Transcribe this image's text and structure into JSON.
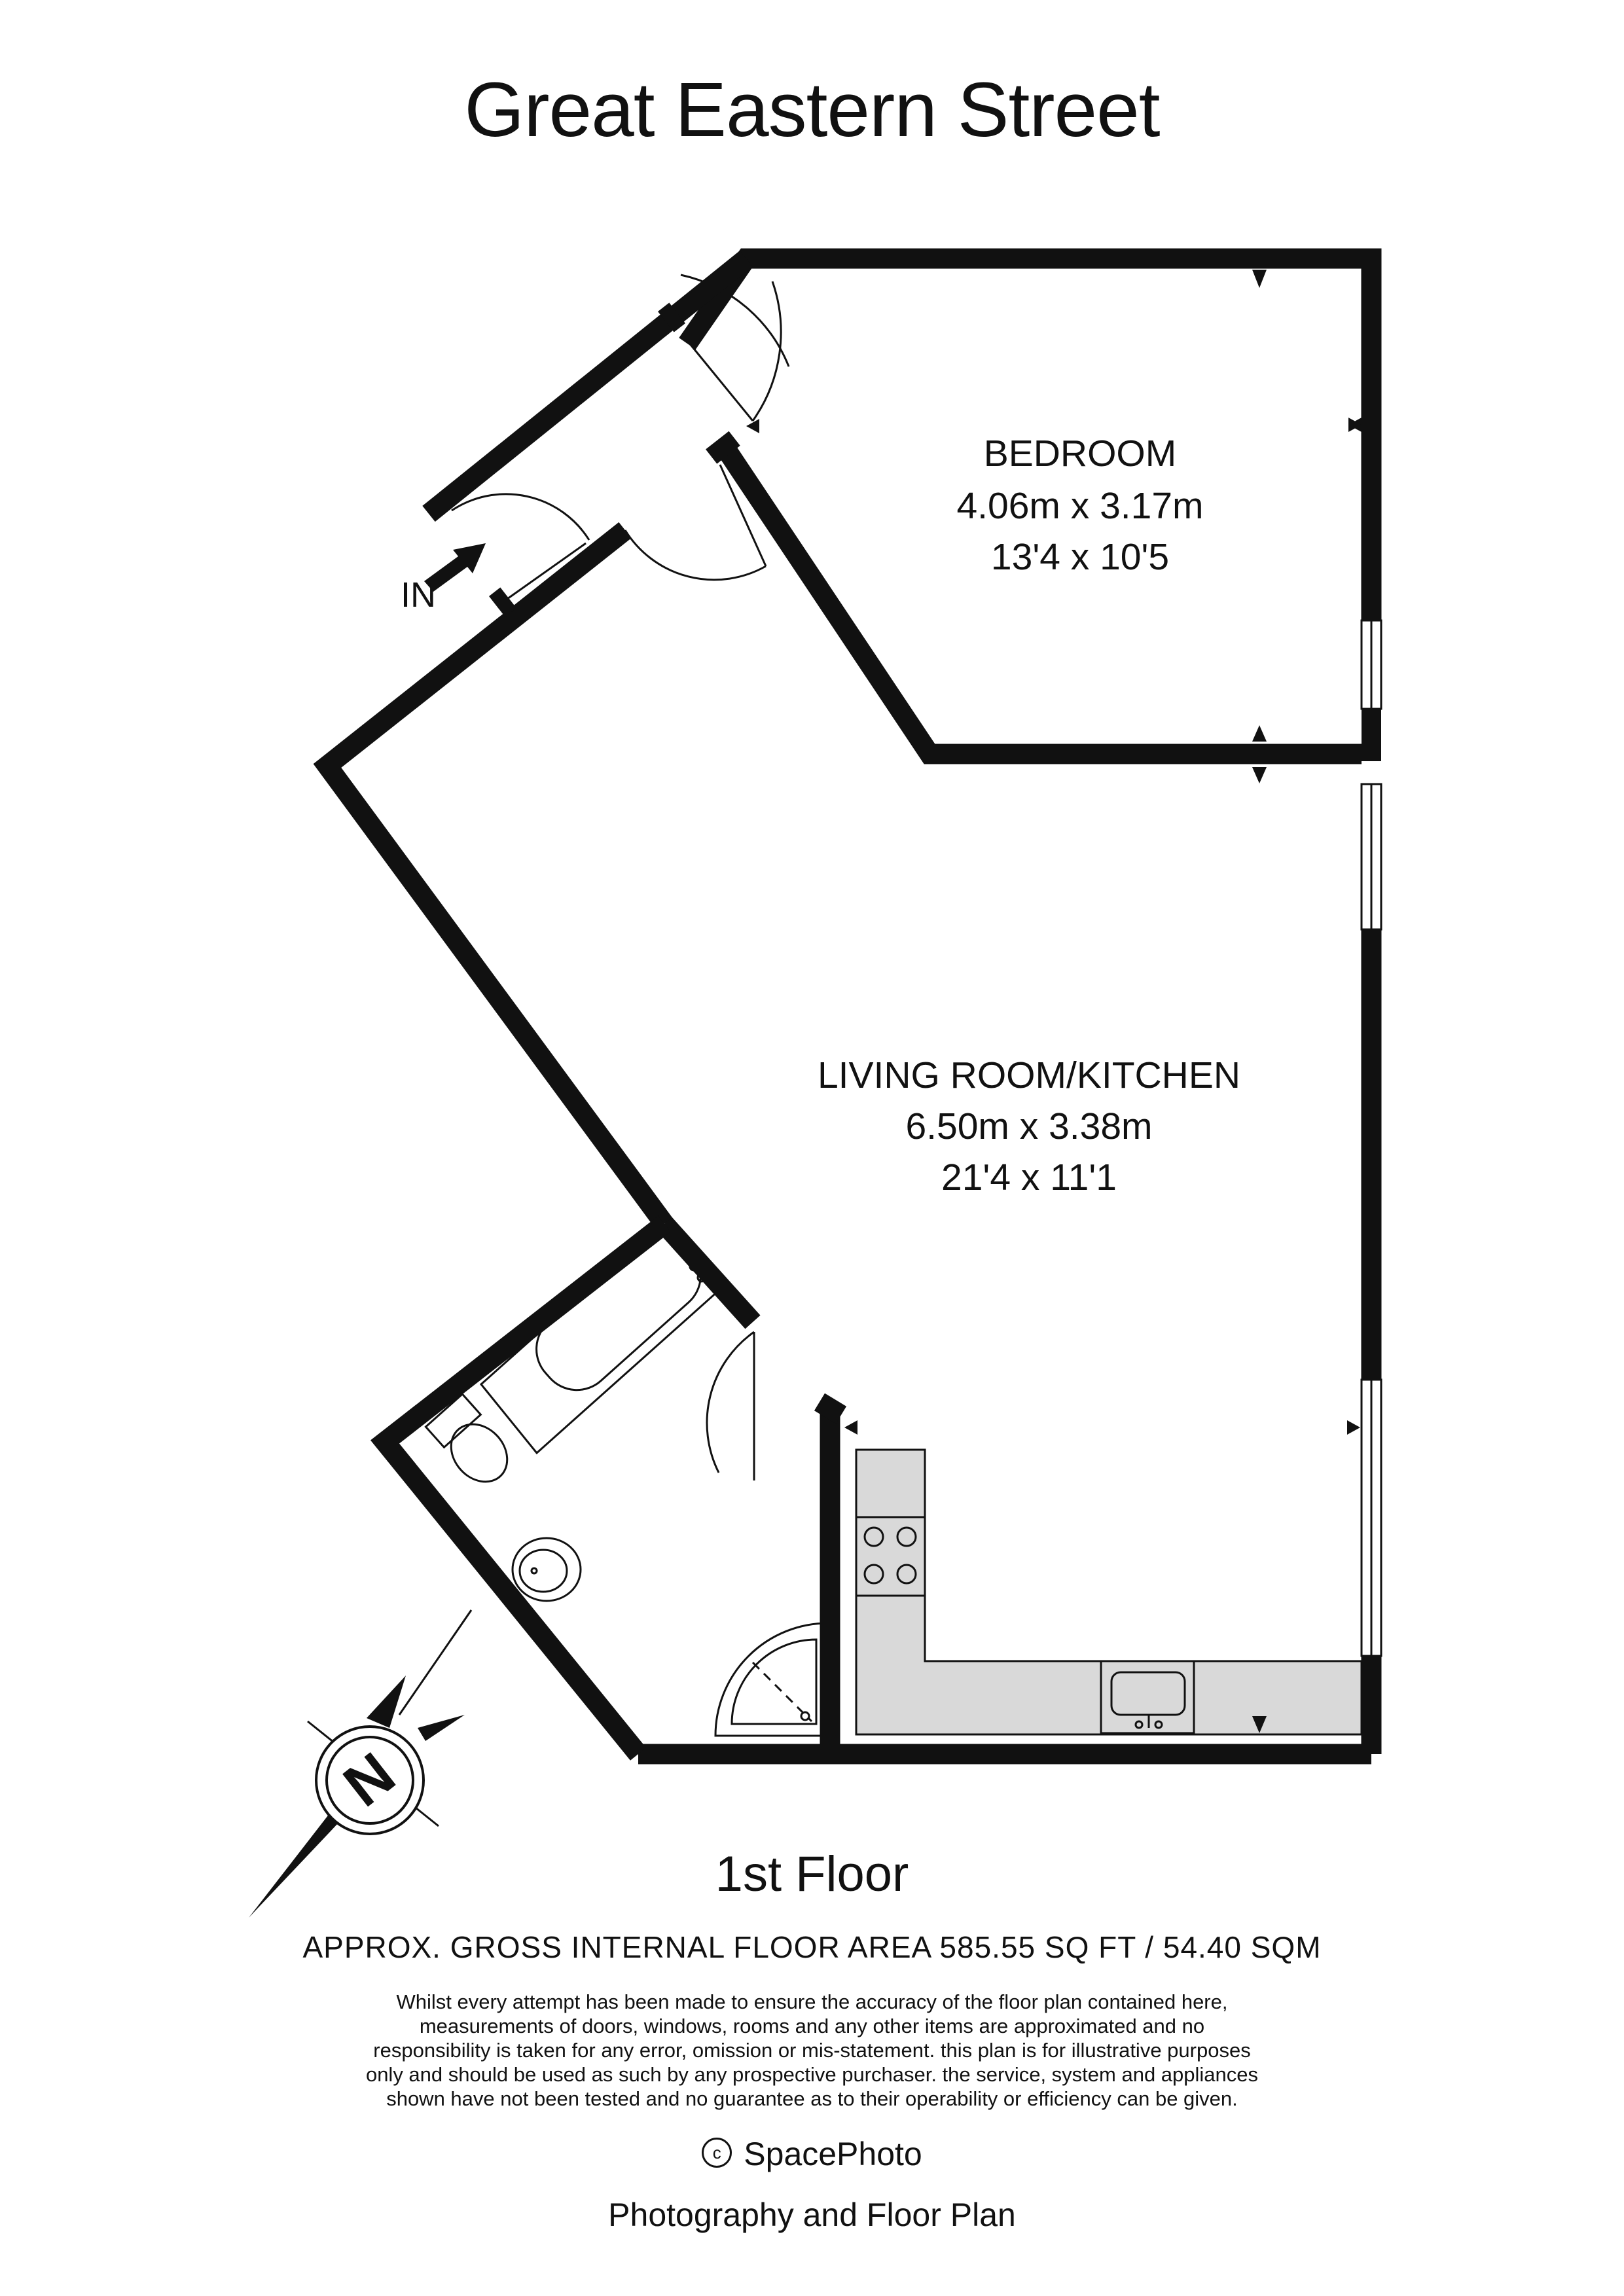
{
  "title": "Great Eastern Street",
  "entrance_label": "IN",
  "rooms": [
    {
      "name": "BEDROOM",
      "metric": "4.06m x 3.17m",
      "imperial": "13'4 x 10'5"
    },
    {
      "name": "LIVING ROOM/KITCHEN",
      "metric": "6.50m x 3.38m",
      "imperial": "21'4 x 11'1"
    }
  ],
  "compass_label": "N",
  "floor_name": "1st Floor",
  "area_text": "APPROX. GROSS INTERNAL FLOOR AREA 585.55 SQ FT / 54.40 SQM",
  "disclaimer_lines": [
    "Whilst every attempt has been made to ensure the accuracy of the floor plan contained here,",
    "measurements of doors, windows, rooms and any other items are approximated and no",
    "responsibility is taken for any error, omission or mis-statement. this plan is for illustrative purposes",
    "only and should be used as such by any prospective purchaser. the service, system and appliances",
    "shown have not been tested and no guarantee as to their operability or efficiency can be given."
  ],
  "copyright_symbol": "c",
  "brand": "SpacePhoto",
  "tagline": "Photography and Floor Plan",
  "colors": {
    "wall": "#111111",
    "kitchen_counter": "#d9d9d9"
  }
}
